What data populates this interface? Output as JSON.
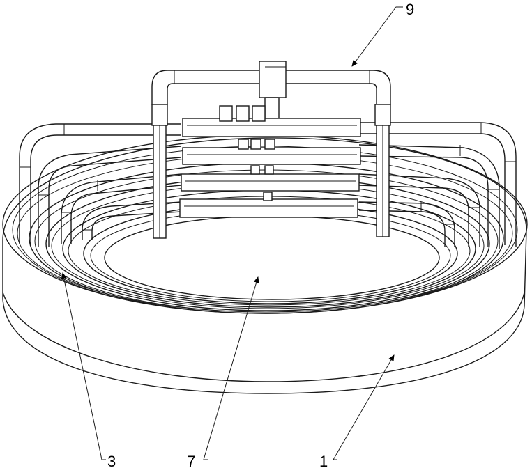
{
  "labels": {
    "part_9": "9",
    "part_3": "3",
    "part_7": "7",
    "part_1": "1"
  },
  "colors": {
    "line": "#1a1a1a",
    "background": "#ffffff"
  }
}
